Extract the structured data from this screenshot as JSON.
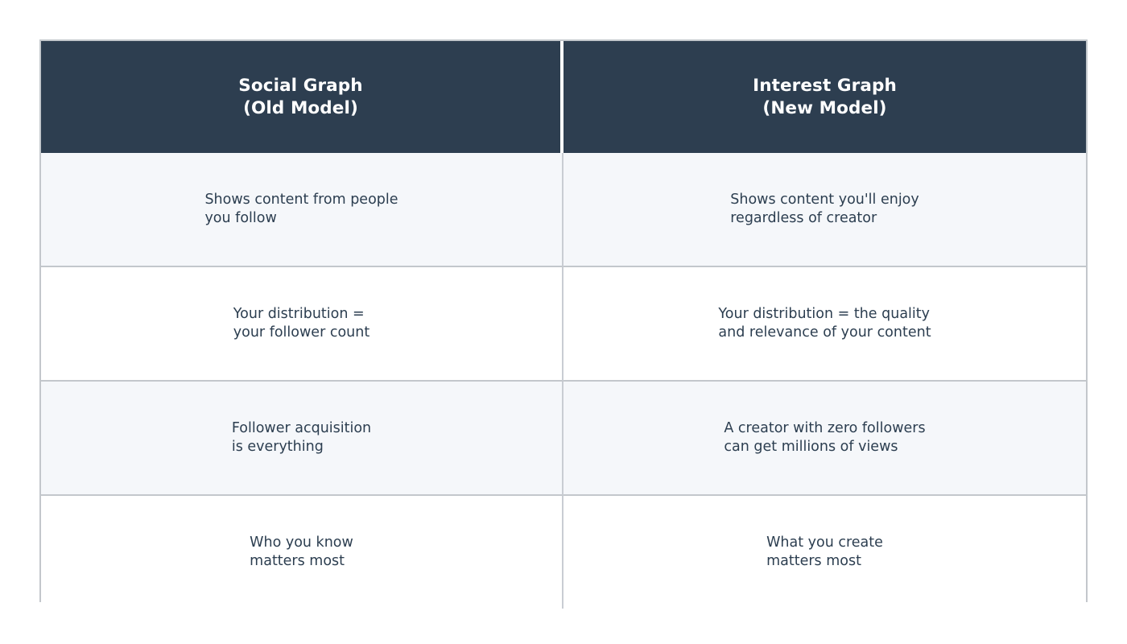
{
  "table": {
    "headers": [
      {
        "line1": "Social Graph",
        "line2": "(Old Model)",
        "full": "Social Graph\n(Old Model)"
      },
      {
        "line1": "Interest Graph",
        "line2": "(New Model)",
        "full": "Interest Graph\n(New Model)"
      }
    ],
    "rows": [
      {
        "left": "Shows content from people\nyou follow",
        "right": "Shows content you'll enjoy\nregardless of creator"
      },
      {
        "left": "Your distribution =\nyour follower count",
        "right": "Your distribution = the quality\nand relevance of your content"
      },
      {
        "left": "Follower acquisition\nis everything",
        "right": "A creator with zero followers\ncan get millions of views"
      },
      {
        "left": "Who you know\nmatters most",
        "right": "What you create\nmatters most"
      }
    ]
  },
  "colors": {
    "header_background": "#2d3e50",
    "header_text": "#ffffff",
    "body_text": "#2c3e50",
    "row_alt_background": "#f5f7fa",
    "row_background": "#ffffff",
    "border": "#c3c7cc",
    "column_divider": "#c9cdd3",
    "page_background": "#ffffff"
  }
}
